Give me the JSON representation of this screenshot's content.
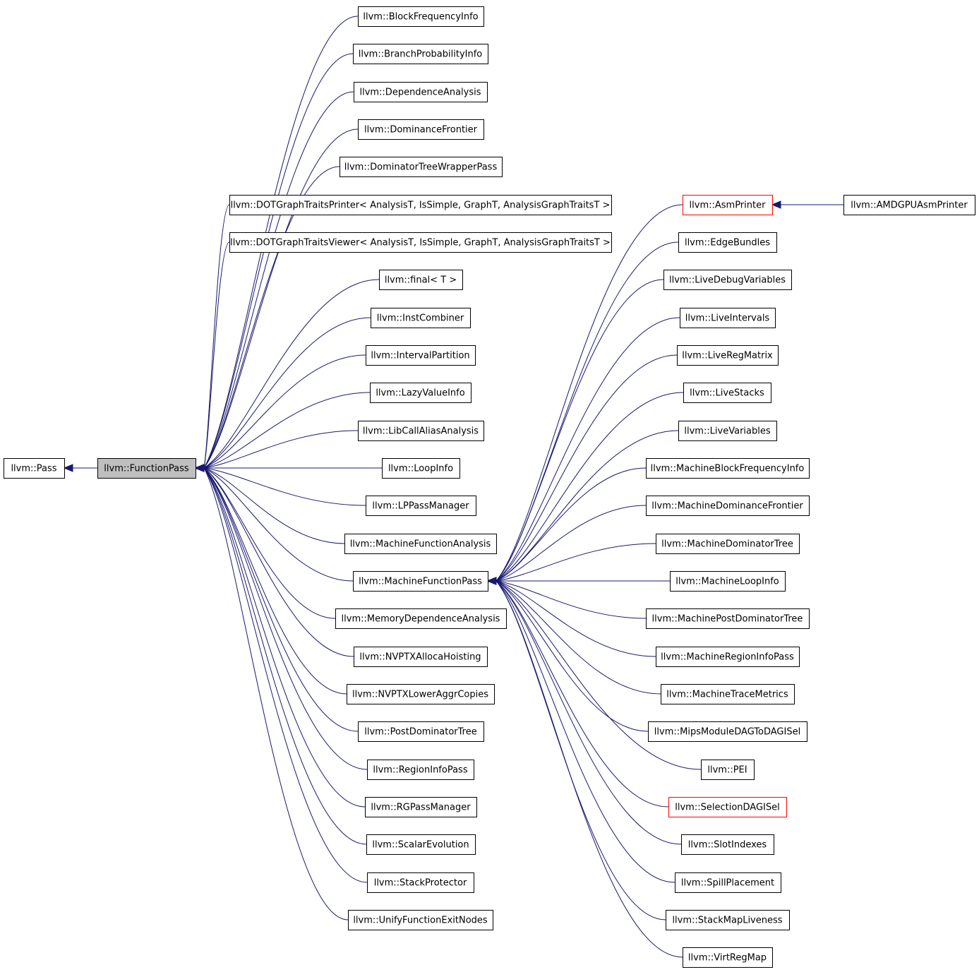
{
  "colors": {
    "edge": "#191970",
    "border": "#000000",
    "border_highlight": "#ff0000",
    "focus_fill": "#bfbfbf",
    "background": "#ffffff"
  },
  "nodes": {
    "pass": "llvm::Pass",
    "function_pass": "llvm::FunctionPass",
    "block_frequency_info": "llvm::BlockFrequencyInfo",
    "branch_probability_info": "llvm::BranchProbabilityInfo",
    "dependence_analysis": "llvm::DependenceAnalysis",
    "dominance_frontier": "llvm::DominanceFrontier",
    "dominator_tree_wrapper_pass": "llvm::DominatorTreeWrapperPass",
    "dot_graph_traits_printer": "llvm::DOTGraphTraitsPrinter< AnalysisT, IsSimple, GraphT, AnalysisGraphTraitsT >",
    "dot_graph_traits_viewer": "llvm::DOTGraphTraitsViewer< AnalysisT, IsSimple, GraphT, AnalysisGraphTraitsT >",
    "final_t": "llvm::final< T >",
    "inst_combiner": "llvm::InstCombiner",
    "interval_partition": "llvm::IntervalPartition",
    "lazy_value_info": "llvm::LazyValueInfo",
    "lib_call_alias_analysis": "llvm::LibCallAliasAnalysis",
    "loop_info": "llvm::LoopInfo",
    "lp_pass_manager": "llvm::LPPassManager",
    "machine_function_analysis": "llvm::MachineFunctionAnalysis",
    "machine_function_pass": "llvm::MachineFunctionPass",
    "memory_dependence_analysis": "llvm::MemoryDependenceAnalysis",
    "nvptx_alloca_hoisting": "llvm::NVPTXAllocaHoisting",
    "nvptx_lower_aggr_copies": "llvm::NVPTXLowerAggrCopies",
    "post_dominator_tree": "llvm::PostDominatorTree",
    "region_info_pass": "llvm::RegionInfoPass",
    "rg_pass_manager": "llvm::RGPassManager",
    "scalar_evolution": "llvm::ScalarEvolution",
    "stack_protector": "llvm::StackProtector",
    "unify_function_exit_nodes": "llvm::UnifyFunctionExitNodes",
    "asm_printer": "llvm::AsmPrinter",
    "amdgpu_asm_printer": "llvm::AMDGPUAsmPrinter",
    "edge_bundles": "llvm::EdgeBundles",
    "live_debug_variables": "llvm::LiveDebugVariables",
    "live_intervals": "llvm::LiveIntervals",
    "live_reg_matrix": "llvm::LiveRegMatrix",
    "live_stacks": "llvm::LiveStacks",
    "live_variables": "llvm::LiveVariables",
    "machine_block_frequency_info": "llvm::MachineBlockFrequencyInfo",
    "machine_dominance_frontier": "llvm::MachineDominanceFrontier",
    "machine_dominator_tree": "llvm::MachineDominatorTree",
    "machine_loop_info": "llvm::MachineLoopInfo",
    "machine_post_dominator_tree": "llvm::MachinePostDominatorTree",
    "machine_region_info_pass": "llvm::MachineRegionInfoPass",
    "machine_trace_metrics": "llvm::MachineTraceMetrics",
    "mips_module_dag_to_dag_isel": "llvm::MipsModuleDAGToDAGISel",
    "pei": "llvm::PEI",
    "selection_dag_isel": "llvm::SelectionDAGISel",
    "slot_indexes": "llvm::SlotIndexes",
    "spill_placement": "llvm::SpillPlacement",
    "stack_map_liveness": "llvm::StackMapLiveness",
    "virt_reg_map": "llvm::VirtRegMap"
  },
  "edges": [
    [
      "function_pass",
      "pass"
    ],
    [
      "block_frequency_info",
      "function_pass"
    ],
    [
      "branch_probability_info",
      "function_pass"
    ],
    [
      "dependence_analysis",
      "function_pass"
    ],
    [
      "dominance_frontier",
      "function_pass"
    ],
    [
      "dominator_tree_wrapper_pass",
      "function_pass"
    ],
    [
      "dot_graph_traits_printer",
      "function_pass"
    ],
    [
      "dot_graph_traits_viewer",
      "function_pass"
    ],
    [
      "final_t",
      "function_pass"
    ],
    [
      "inst_combiner",
      "function_pass"
    ],
    [
      "interval_partition",
      "function_pass"
    ],
    [
      "lazy_value_info",
      "function_pass"
    ],
    [
      "lib_call_alias_analysis",
      "function_pass"
    ],
    [
      "loop_info",
      "function_pass"
    ],
    [
      "lp_pass_manager",
      "function_pass"
    ],
    [
      "machine_function_analysis",
      "function_pass"
    ],
    [
      "machine_function_pass",
      "function_pass"
    ],
    [
      "memory_dependence_analysis",
      "function_pass"
    ],
    [
      "nvptx_alloca_hoisting",
      "function_pass"
    ],
    [
      "nvptx_lower_aggr_copies",
      "function_pass"
    ],
    [
      "post_dominator_tree",
      "function_pass"
    ],
    [
      "region_info_pass",
      "function_pass"
    ],
    [
      "rg_pass_manager",
      "function_pass"
    ],
    [
      "scalar_evolution",
      "function_pass"
    ],
    [
      "stack_protector",
      "function_pass"
    ],
    [
      "unify_function_exit_nodes",
      "function_pass"
    ],
    [
      "asm_printer",
      "machine_function_pass"
    ],
    [
      "amdgpu_asm_printer",
      "asm_printer"
    ],
    [
      "edge_bundles",
      "machine_function_pass"
    ],
    [
      "live_debug_variables",
      "machine_function_pass"
    ],
    [
      "live_intervals",
      "machine_function_pass"
    ],
    [
      "live_reg_matrix",
      "machine_function_pass"
    ],
    [
      "live_stacks",
      "machine_function_pass"
    ],
    [
      "live_variables",
      "machine_function_pass"
    ],
    [
      "machine_block_frequency_info",
      "machine_function_pass"
    ],
    [
      "machine_dominance_frontier",
      "machine_function_pass"
    ],
    [
      "machine_dominator_tree",
      "machine_function_pass"
    ],
    [
      "machine_loop_info",
      "machine_function_pass"
    ],
    [
      "machine_post_dominator_tree",
      "machine_function_pass"
    ],
    [
      "machine_region_info_pass",
      "machine_function_pass"
    ],
    [
      "machine_trace_metrics",
      "machine_function_pass"
    ],
    [
      "mips_module_dag_to_dag_isel",
      "machine_function_pass"
    ],
    [
      "pei",
      "machine_function_pass"
    ],
    [
      "selection_dag_isel",
      "machine_function_pass"
    ],
    [
      "slot_indexes",
      "machine_function_pass"
    ],
    [
      "spill_placement",
      "machine_function_pass"
    ],
    [
      "stack_map_liveness",
      "machine_function_pass"
    ],
    [
      "virt_reg_map",
      "machine_function_pass"
    ]
  ]
}
